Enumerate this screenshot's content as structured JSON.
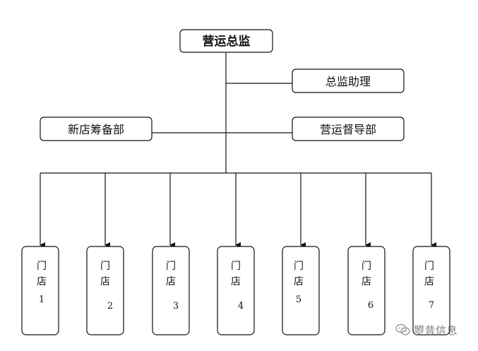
{
  "diagram": {
    "top": {
      "label": "营运总监"
    },
    "assistant": {
      "label": "总监助理"
    },
    "left_dept": {
      "label": "新店筹备部"
    },
    "right_dept": {
      "label": "营运督导部"
    },
    "stores": [
      {
        "line1": "门",
        "line2": "店",
        "num": "1"
      },
      {
        "line1": "门",
        "line2": "店",
        "num": "2"
      },
      {
        "line1": "门",
        "line2": "店",
        "num": "3"
      },
      {
        "line1": "门",
        "line2": "店",
        "num": "4"
      },
      {
        "line1": "门",
        "line2": "店",
        "num": "5"
      },
      {
        "line1": "门",
        "line2": "店",
        "num": "6"
      },
      {
        "line1": "门",
        "line2": "店",
        "num": "7"
      }
    ]
  },
  "watermark": {
    "icon": "wechat-icon",
    "text": "曌昔信息"
  }
}
